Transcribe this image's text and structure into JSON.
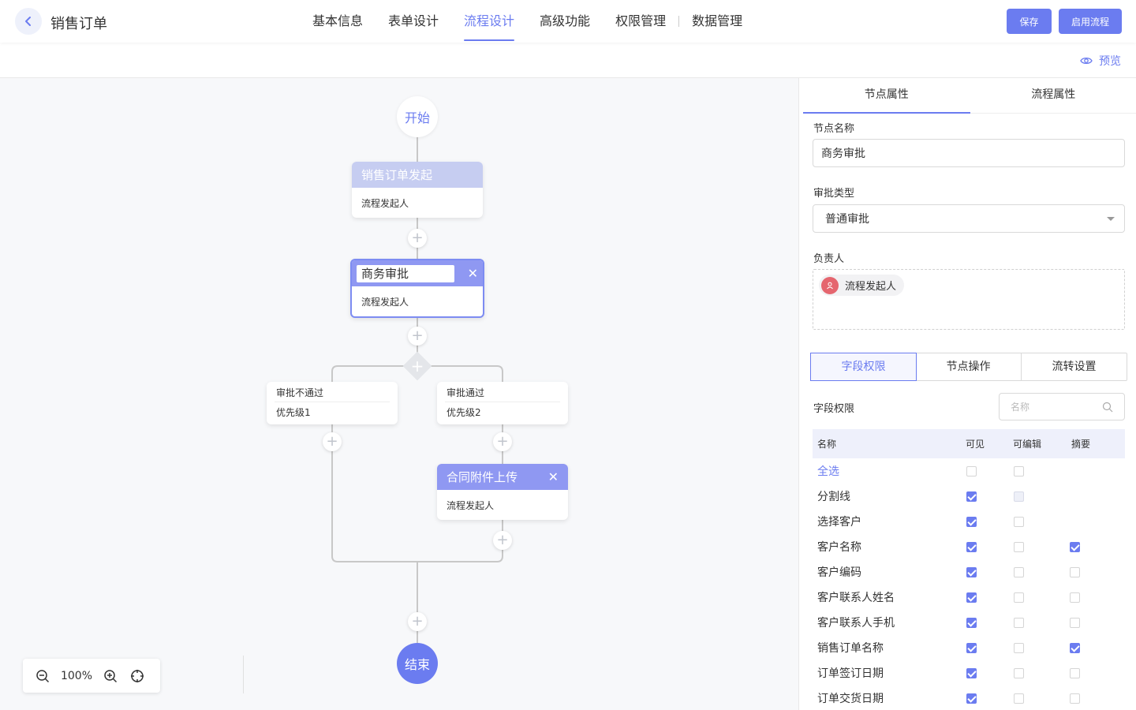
{
  "header": {
    "title": "销售订单",
    "tabs": [
      "基本信息",
      "表单设计",
      "流程设计",
      "高级功能",
      "权限管理",
      "数据管理"
    ],
    "active_tab": "流程设计",
    "save_label": "保存",
    "enable_label": "启用流程",
    "accent_color": "#6b7cf0"
  },
  "subbar": {
    "preview_label": "预览"
  },
  "canvas": {
    "start_label": "开始",
    "end_label": "结束",
    "zoom": "100%",
    "nodes": {
      "initiate": {
        "title": "销售订单发起",
        "assignee": "流程发起人"
      },
      "business": {
        "title": "商务审批",
        "assignee": "流程发起人"
      },
      "contract": {
        "title": "合同附件上传",
        "assignee": "流程发起人"
      }
    },
    "conditions": {
      "left": {
        "title": "审批不通过",
        "priority": "优先级1"
      },
      "right": {
        "title": "审批通过",
        "priority": "优先级2"
      }
    }
  },
  "panel": {
    "tabs": [
      "节点属性",
      "流程属性"
    ],
    "node_name_label": "节点名称",
    "node_name_value": "商务审批",
    "approval_type_label": "审批类型",
    "approval_type_value": "普通审批",
    "owner_label": "负责人",
    "owner_chip": "流程发起人",
    "segments": [
      "字段权限",
      "节点操作",
      "流转设置"
    ],
    "field_perm_label": "字段权限",
    "search_placeholder": "名称",
    "table": {
      "headers": [
        "名称",
        "可见",
        "可编辑",
        "摘要"
      ],
      "rows": [
        {
          "name": "全选",
          "visible": false,
          "editable": false,
          "summary": null,
          "link": true
        },
        {
          "name": "分割线",
          "visible": true,
          "editable": "disabled",
          "summary": null
        },
        {
          "name": "选择客户",
          "visible": true,
          "editable": false,
          "summary": null
        },
        {
          "name": "客户名称",
          "visible": true,
          "editable": false,
          "summary": true
        },
        {
          "name": "客户编码",
          "visible": true,
          "editable": false,
          "summary": false
        },
        {
          "name": "客户联系人姓名",
          "visible": true,
          "editable": false,
          "summary": false
        },
        {
          "name": "客户联系人手机",
          "visible": true,
          "editable": false,
          "summary": false
        },
        {
          "name": "销售订单名称",
          "visible": true,
          "editable": false,
          "summary": true
        },
        {
          "name": "订单签订日期",
          "visible": true,
          "editable": false,
          "summary": false
        },
        {
          "name": "订单交货日期",
          "visible": true,
          "editable": false,
          "summary": false
        }
      ]
    }
  }
}
